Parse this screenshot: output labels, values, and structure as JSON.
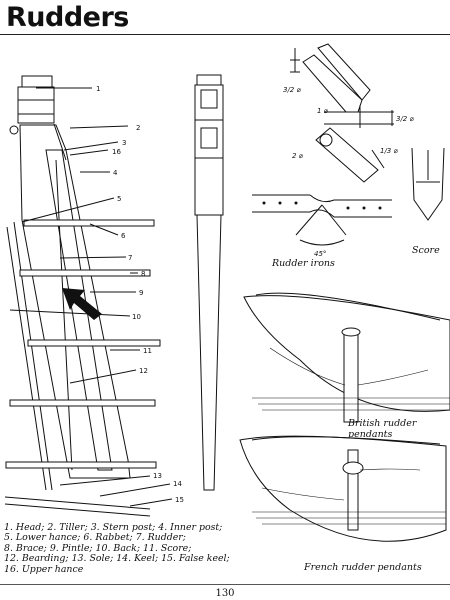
{
  "title": "Rudders",
  "part_labels": [
    "1",
    "2",
    "3",
    "4",
    "5",
    "6",
    "7",
    "8",
    "9",
    "10",
    "11",
    "12",
    "13",
    "14",
    "15",
    "16"
  ],
  "detail_dims": {
    "d1": "3/2 ⌀",
    "d2": "1 ⌀",
    "d3": "3/2 ⌀",
    "d4": "2 ⌀",
    "d5": "1/3 ⌀"
  },
  "angle_label": "45°",
  "captions": {
    "rudder_irons": "Rudder irons",
    "score": "Score",
    "british": "British rudder pendants",
    "french": "French rudder pendants"
  },
  "legend": [
    "1. Head; 2. Tiller; 3. Stern post; 4. Inner post;",
    "5. Lower hance; 6. Rabbet; 7. Rudder;",
    "8. Brace; 9. Pintle; 10. Back; 11. Score;",
    "12. Bearding; 13. Sole; 14. Keel; 15. False keel;",
    "16. Upper hance"
  ],
  "page_number": "130"
}
